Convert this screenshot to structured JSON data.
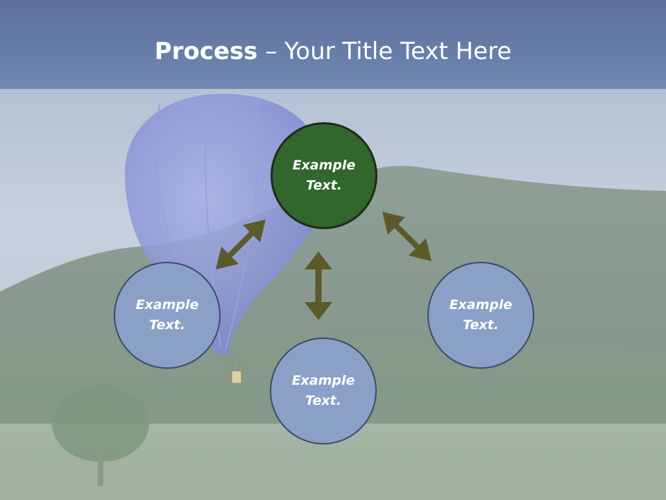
{
  "title": {
    "bold": "Process",
    "rest": " – Your Title Text Here"
  },
  "nodes": {
    "center": "Example Text.",
    "left": "Example Text.",
    "bottom": "Example Text.",
    "right": "Example Text."
  },
  "colors": {
    "title_bar": "#5b6f9a",
    "center_fill": "#31662c",
    "node_fill": "#8aa0c7",
    "arrow": "#5a5a2a"
  }
}
